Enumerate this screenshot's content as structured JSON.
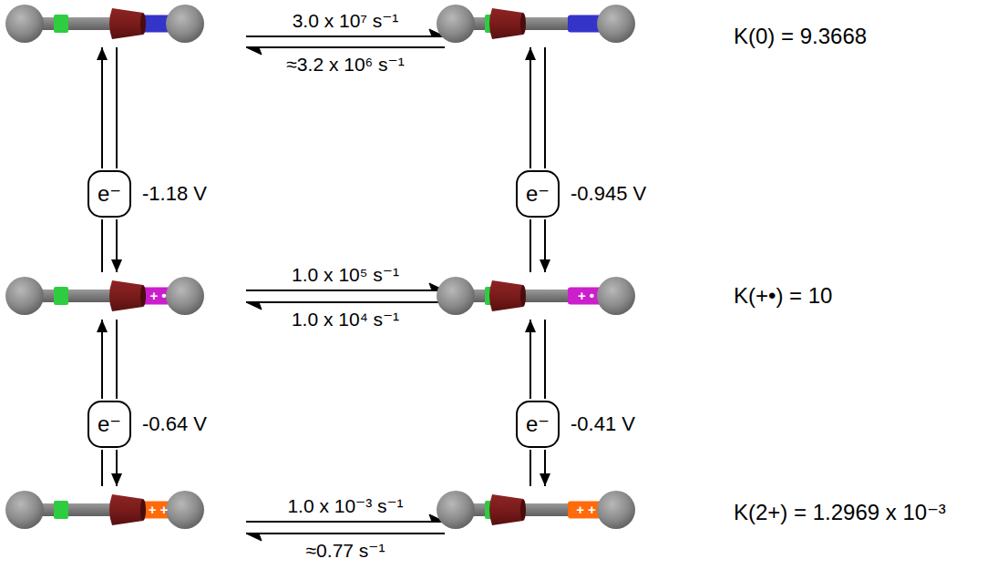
{
  "diagram": {
    "nodes": [
      {
        "text": []
      },
      {
        "text": []
      },
      {
        "text": [
          "e⁻"
        ]
      },
      {
        "text": [
          "e⁻"
        ]
      },
      {
        "text": [
          "+ •"
        ]
      },
      {
        "text": [
          "+ •"
        ]
      },
      {
        "text": [
          "e⁻"
        ]
      },
      {
        "text": [
          "e⁻"
        ]
      },
      {
        "text": [
          "+ +"
        ]
      },
      {
        "text": [
          "+ +"
        ]
      }
    ],
    "edges": [
      {
        "from": 0,
        "to": 1,
        "arrow": "to",
        "label": "3.0 x 10⁷ s⁻¹"
      },
      {
        "from": 1,
        "to": 0,
        "arrow": "to",
        "label": "≈3.2 x 10⁶ s⁻¹"
      },
      {
        "from": 4,
        "to": 5,
        "arrow": "to",
        "label": "1.0 x 10⁵ s⁻¹"
      },
      {
        "from": 5,
        "to": 4,
        "arrow": "to",
        "label": "1.0 x 10⁴ s⁻¹"
      },
      {
        "from": 8,
        "to": 9,
        "arrow": "to",
        "label": "1.0 x 10⁻³ s⁻¹"
      },
      {
        "from": 9,
        "to": 8,
        "arrow": "to",
        "label": "≈0.77 s⁻¹"
      },
      {
        "from": 2,
        "to": 0,
        "arrow": "to"
      },
      {
        "from": 4,
        "to": 2,
        "arrow": "none"
      },
      {
        "from": 0,
        "to": 2,
        "arrow": "none"
      },
      {
        "from": 2,
        "to": 4,
        "arrow": "to"
      },
      {
        "from": 6,
        "to": 4,
        "arrow": "to"
      },
      {
        "from": 8,
        "to": 6,
        "arrow": "none"
      },
      {
        "from": 4,
        "to": 6,
        "arrow": "none"
      },
      {
        "from": 6,
        "to": 8,
        "arrow": "to"
      },
      {
        "from": 3,
        "to": 1,
        "arrow": "to"
      },
      {
        "from": 5,
        "to": 3,
        "arrow": "none"
      },
      {
        "from": 1,
        "to": 3,
        "arrow": "none"
      },
      {
        "from": 3,
        "to": 5,
        "arrow": "to"
      },
      {
        "from": 7,
        "to": 5,
        "arrow": "to"
      },
      {
        "from": 9,
        "to": 7,
        "arrow": "none"
      },
      {
        "from": 5,
        "to": 7,
        "arrow": "none"
      },
      {
        "from": 7,
        "to": 9,
        "arrow": "to"
      }
    ],
    "labels": [
      "K(0) = 9.3668",
      "-1.18 V",
      "-0.945 V",
      "K(+•) = 10",
      "-0.64 V",
      "-0.41 V",
      "K(2+) = 1.2969 x 10⁻³"
    ]
  }
}
